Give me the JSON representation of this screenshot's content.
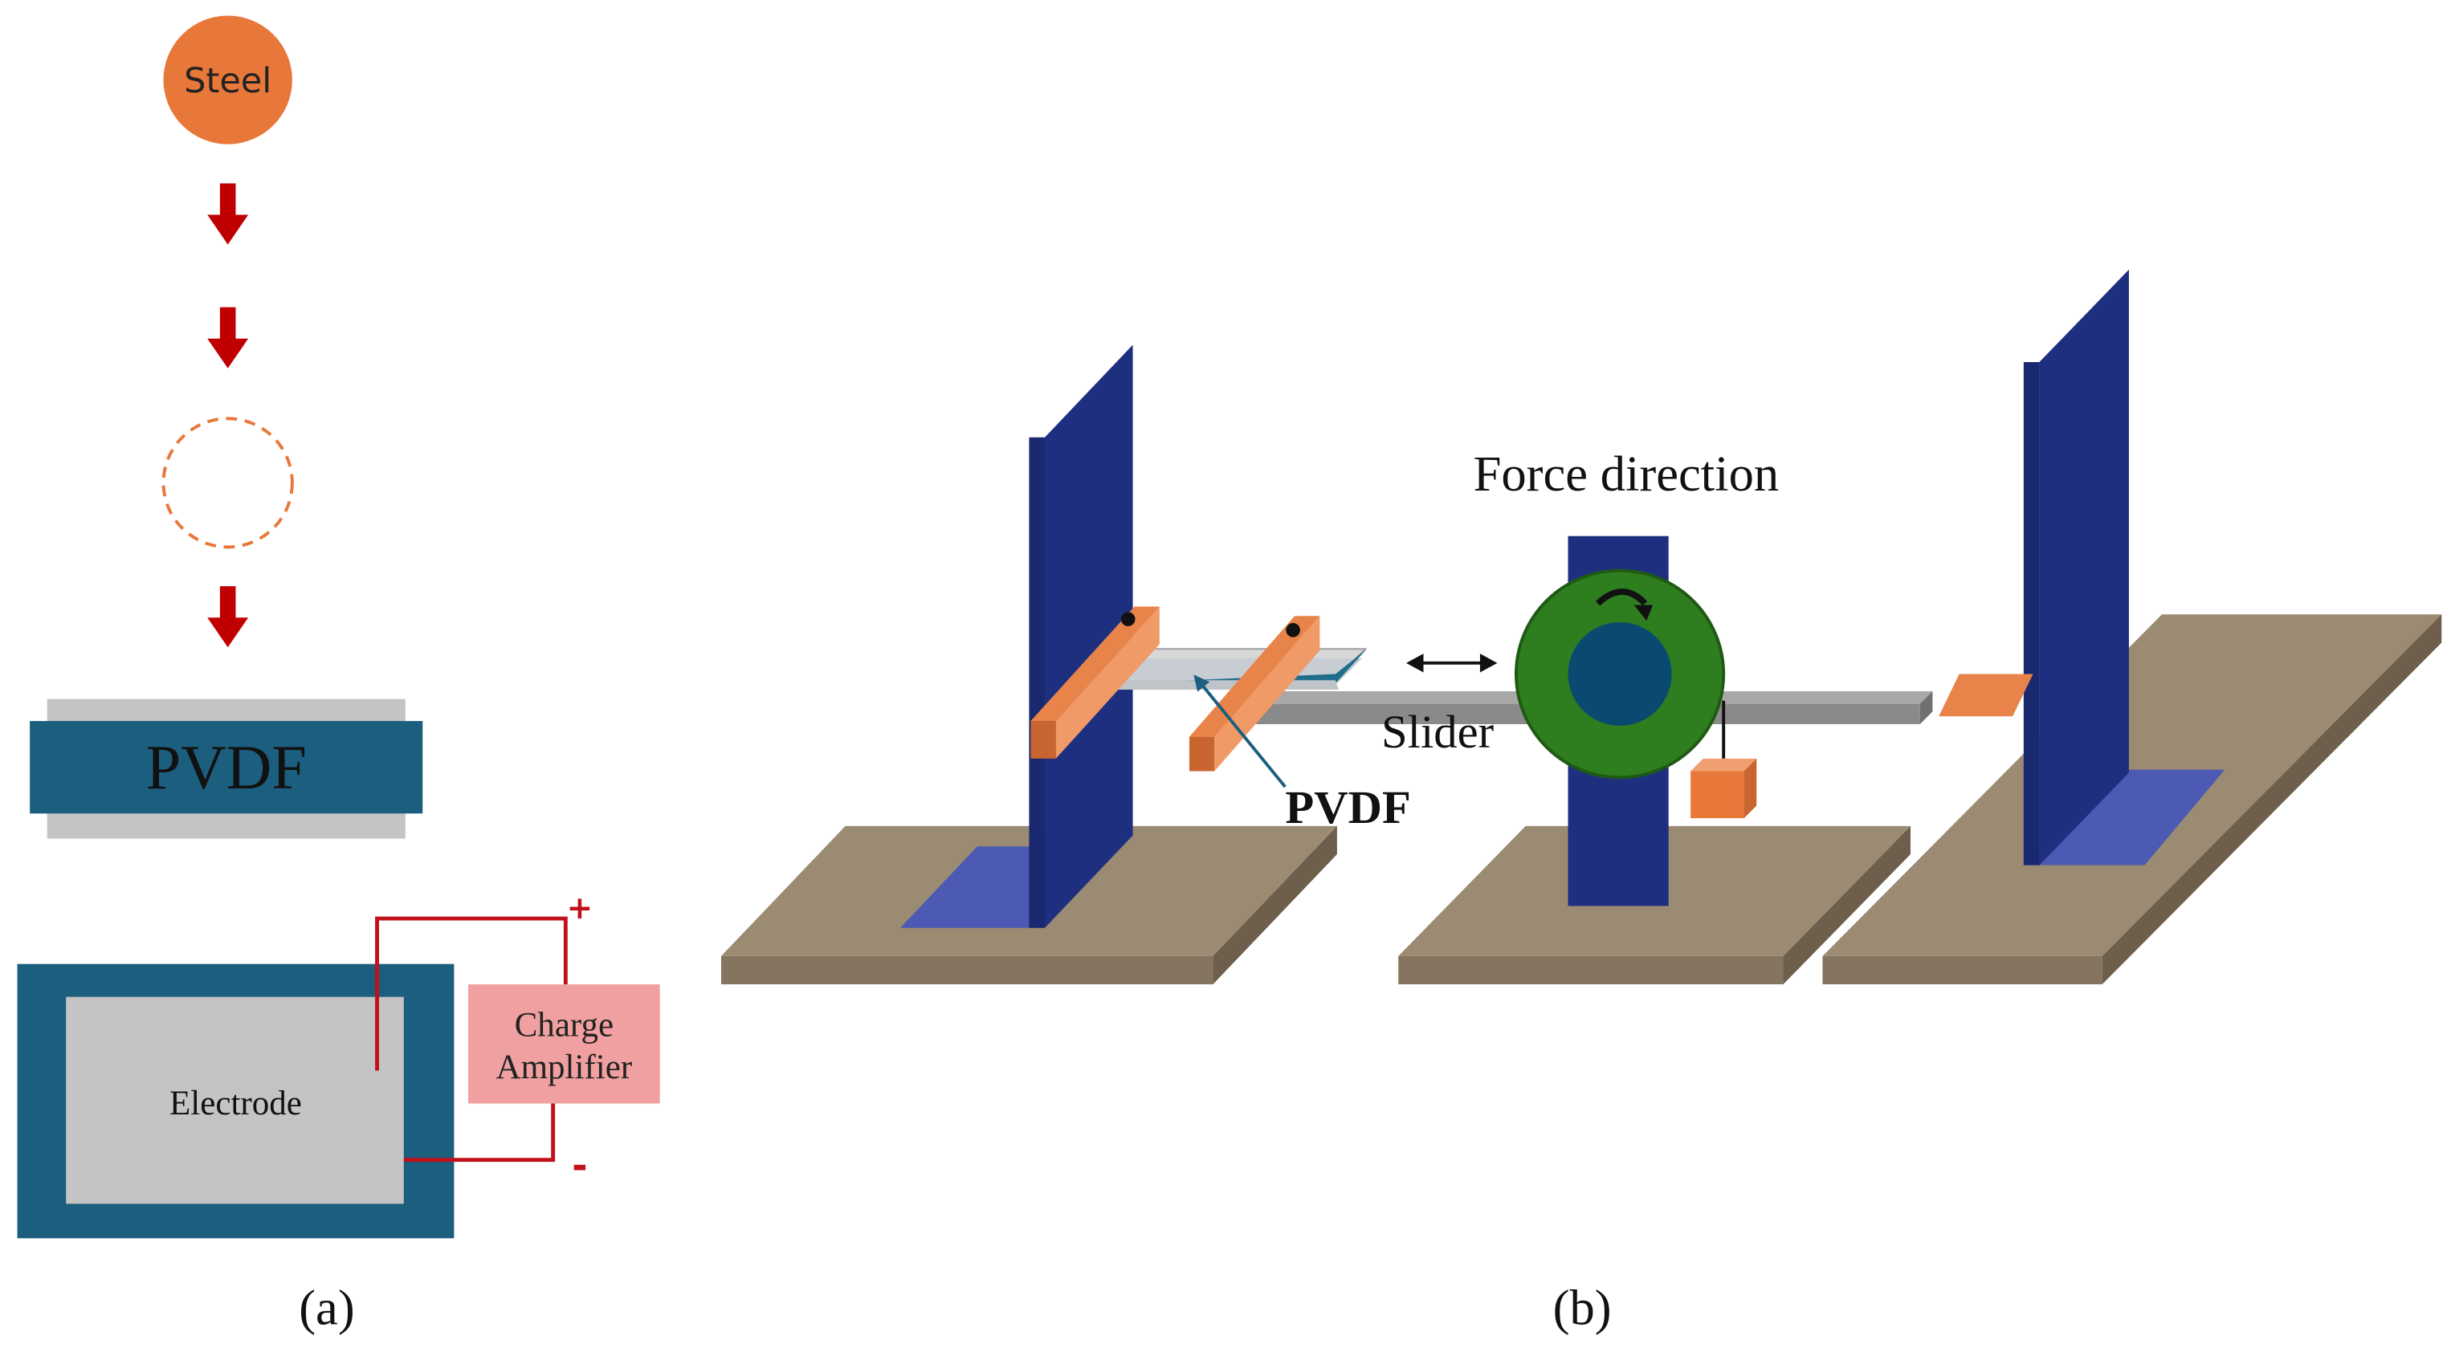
{
  "panel_a": {
    "ball_label": "Steel",
    "film_label": "PVDF",
    "electrode_label": "Electrode",
    "amplifier_label_line1": "Charge",
    "amplifier_label_line2": "Amplifier",
    "plus_sign": "+",
    "minus_sign": "-",
    "caption": "(a)"
  },
  "panel_b": {
    "force_label": "Force direction",
    "slider_label": "Slider",
    "pvdf_label": "PVDF",
    "caption": "(b)"
  },
  "colors": {
    "steel_orange": "#E8783A",
    "drop_arrow_red": "#C00000",
    "pvdf_teal": "#1B5E7E",
    "electrode_gray": "#C4C4C4",
    "charge_amp_pink": "#F0A0A0",
    "wire_red": "#C0101A",
    "stand_blue": "#1F2F80",
    "base_tan": "#9B8B73",
    "clamp_orange": "#E8844A",
    "wheel_green": "#2E7D1E",
    "hub_blue": "#0B4A70",
    "rod_gray": "#8A8A8A"
  },
  "icons": {
    "drop_arrow": "down-arrow-icon",
    "double_arrow": "double-arrow-icon",
    "rotation_arrow": "clockwise-arrow-icon"
  }
}
